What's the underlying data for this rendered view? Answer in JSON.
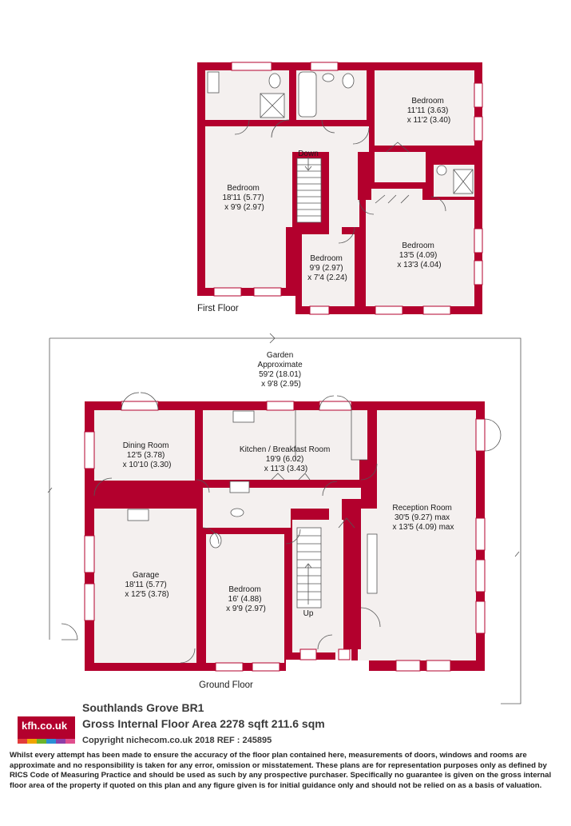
{
  "floors": {
    "first": "First Floor",
    "ground": "Ground Floor"
  },
  "rooms": {
    "ff_bed_left": [
      "Bedroom",
      "18'11 (5.77)",
      "x 9'9 (2.97)"
    ],
    "ff_bed_top_right": [
      "Bedroom",
      "11'11 (3.63)",
      "x 11'2 (3.40)"
    ],
    "ff_bed_small": [
      "Bedroom",
      "9'9 (2.97)",
      "x 7'4 (2.24)"
    ],
    "ff_bed_right": [
      "Bedroom",
      "13'5 (4.09)",
      "x 13'3 (4.04)"
    ],
    "garden": [
      "Garden",
      "Approximate",
      "59'2 (18.01)",
      "x 9'8 (2.95)"
    ],
    "dining": [
      "Dining Room",
      "12'5 (3.78)",
      "x 10'10 (3.30)"
    ],
    "kitchen": [
      "Kitchen / Breakfast Room",
      "19'9 (6.02)",
      "x 11'3 (3.43)"
    ],
    "reception": [
      "Reception Room",
      "30'5 (9.27) max",
      "x 13'5 (4.09) max"
    ],
    "garage": [
      "Garage",
      "18'11 (5.77)",
      "x 12'5 (3.78)"
    ],
    "gf_bed": [
      "Bedroom",
      "16' (4.88)",
      "x 9'9 (2.97)"
    ]
  },
  "stairs": {
    "down": "Down",
    "up": "Up"
  },
  "footer": {
    "logo": "kfh.co.uk",
    "address": "Southlands Grove  BR1",
    "area": "Gross Internal Floor Area 2278 sqft 211.6 sqm",
    "copyright": "Copyright nichecom.co.uk 2018 REF : 245895",
    "disclaimer": "Whilst every attempt has been made to ensure the accuracy of the floor plan contained here, measurements of doors, windows and rooms are approximate and no responsibility is taken for any error, omission or misstatement.  These plans are for representation purposes only as defined by RICS Code of Measuring Practice and should be used as such by any prospective purchaser.  Specifically no guarantee is given on the gross internal floor area of the property if quoted on this plan and any figure given is for initial guidance only and should not be relied on as a basis of valuation."
  },
  "colors": {
    "wall": "#b3002d",
    "floor": "#f4f0ef",
    "logo_stripes": [
      "#e23b3b",
      "#f0a400",
      "#6bb42c",
      "#2a8fd6",
      "#8e3fa8",
      "#e04f8e"
    ]
  }
}
